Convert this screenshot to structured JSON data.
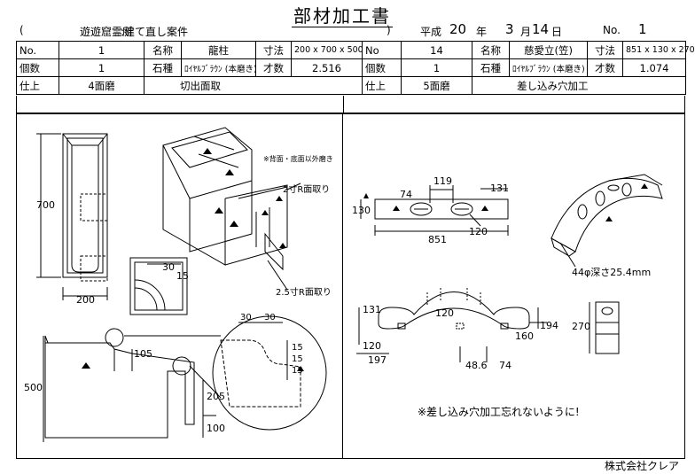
{
  "title": "部材加工書",
  "header": {
    "open_paren": "(",
    "client": "遊遊窟霊所",
    "project": ":建て直し案件",
    "close_paren": ")",
    "era": "平成",
    "year": "20",
    "year_unit": "年",
    "month": "3",
    "month_unit": "月",
    "day": "14",
    "day_unit": "日",
    "no_label": "No.",
    "no_value": "1"
  },
  "labels": {
    "no": "No.",
    "no_right": "No",
    "name": "名称",
    "size": "寸法",
    "count": "個数",
    "stone": "石種",
    "volume": "才数",
    "finish": "仕上"
  },
  "left_part": {
    "no": "1",
    "name": "龍柱",
    "size": "200 x 700 x 500",
    "count": "1",
    "stone": "ﾛｲﾔﾙﾌﾞﾗｳﾝ (本磨き)",
    "volume": "2.516",
    "finish_faces": "4面磨",
    "finish_process": "切出面取"
  },
  "right_part": {
    "no": "14",
    "name": "慈愛立(笠)",
    "size": "851 x 130 x 270",
    "count": "1",
    "stone": "ﾛｲﾔﾙﾌﾞﾗｳﾝ (本磨き)",
    "volume": "1.074",
    "finish_faces": "5面磨",
    "finish_process": "差し込み穴加工"
  },
  "left_drawing": {
    "note": "※背面・底面以外磨き",
    "dim_height": "700",
    "dim_width": "200",
    "dim_30": "30",
    "dim_15": "15",
    "chamfer_2sun": "2寸R面取り",
    "chamfer_25sun": "2.5寸R面取り",
    "dim_500": "500",
    "dim_105": "105",
    "dim_205": "205",
    "dim_100": "100",
    "detail_30a": "30",
    "detail_30b": "30",
    "detail_15a": "15",
    "detail_15b": "15",
    "detail_15c": "15"
  },
  "right_drawing": {
    "dim_119": "119",
    "dim_131": "131",
    "dim_74": "74",
    "dim_130": "130",
    "dim_120": "120",
    "dim_851": "851",
    "hole_note": "44φ深さ25.4mm",
    "arch_131": "131",
    "arch_120": "120",
    "arch_194": "194",
    "arch_160": "160",
    "arch_120b": "120",
    "arch_197": "197",
    "arch_486": "48.6",
    "arch_74": "74",
    "side_270": "270",
    "reminder": "※差し込み穴加工忘れないように!"
  },
  "company": "株式会社クレア"
}
